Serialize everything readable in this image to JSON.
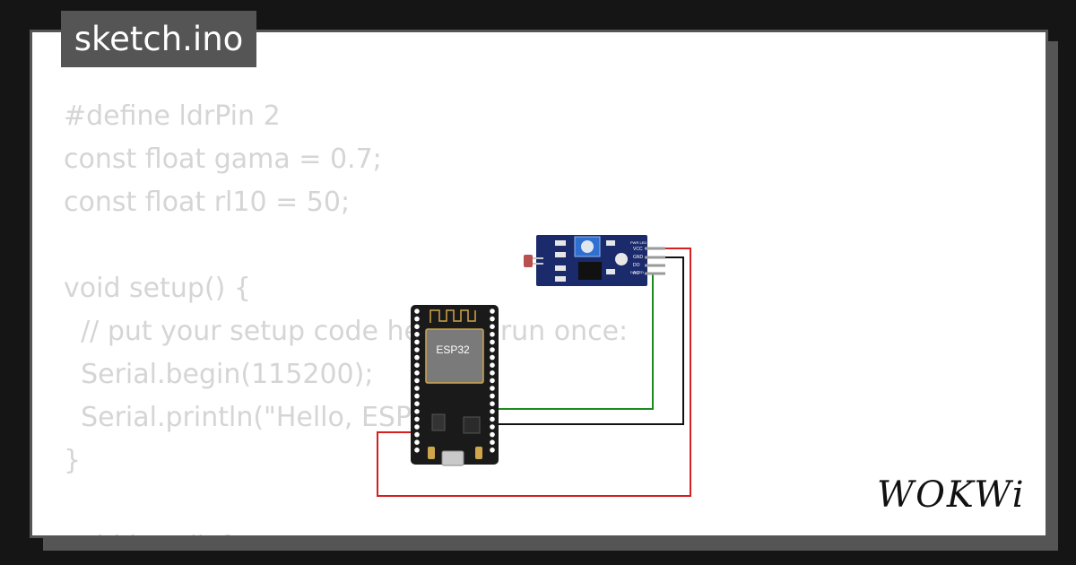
{
  "file_tab": {
    "label": "sketch.ino"
  },
  "code_lines": [
    "#define ldrPin 2",
    "const float gama = 0.7;",
    "const float rl10 = 50;",
    "",
    "void setup() {",
    "  // put your setup code here, to run once:",
    "  Serial.begin(115200);",
    "  Serial.println(\"Hello, ESP32!\");",
    "}",
    "",
    "void loop() {"
  ],
  "board": {
    "chip_label": "ESP32"
  },
  "sensor_module": {
    "pin_labels": [
      "VCC",
      "GND",
      "DO",
      "AO"
    ],
    "led_labels": [
      "PWR LED",
      "DO LED"
    ]
  },
  "wires": {
    "power_color": "#d42020",
    "ground_color": "#111111",
    "signal_color": "#1d8a1d"
  },
  "brand": {
    "name": "WOKWi"
  },
  "colors": {
    "background": "#151515",
    "card": "#ffffff",
    "frame": "#555555",
    "code_text": "#d5d5d5",
    "module_pcb": "#1b2a6b",
    "board_pcb": "#1a1a1a"
  }
}
